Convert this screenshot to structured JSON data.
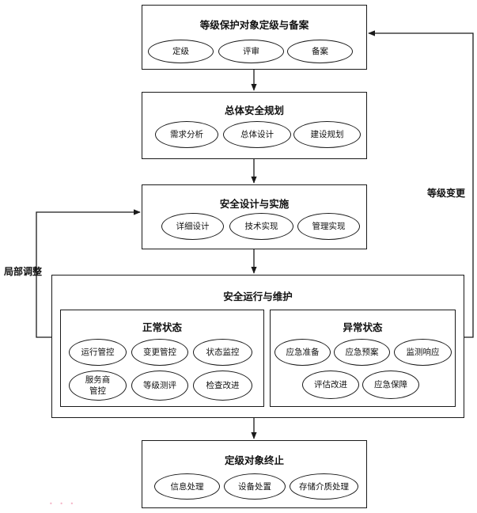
{
  "stage1": {
    "title": "等级保护对象定级与备案",
    "items": [
      "定级",
      "评审",
      "备案"
    ]
  },
  "stage2": {
    "title": "总体安全规划",
    "items": [
      "需求分析",
      "总体设计",
      "建设规划"
    ]
  },
  "stage3": {
    "title": "安全设计与实施",
    "items": [
      "详细设计",
      "技术实现",
      "管理实现"
    ]
  },
  "stage4": {
    "title": "安全运行与维护",
    "normal": {
      "title": "正常状态",
      "items": [
        "运行管控",
        "变更管控",
        "状态监控",
        "服务商\n管控",
        "等级测评",
        "检查改进"
      ]
    },
    "abnormal": {
      "title": "异常状态",
      "items": [
        "应急准备",
        "应急预案",
        "监测响应",
        "评估改进",
        "应急保障"
      ]
    }
  },
  "stage5": {
    "title": "定级对象终止",
    "items": [
      "信息处理",
      "设备处置",
      "存储介质处理"
    ]
  },
  "feedback": {
    "right_label": "等级变更",
    "left_label": "局部调整"
  }
}
